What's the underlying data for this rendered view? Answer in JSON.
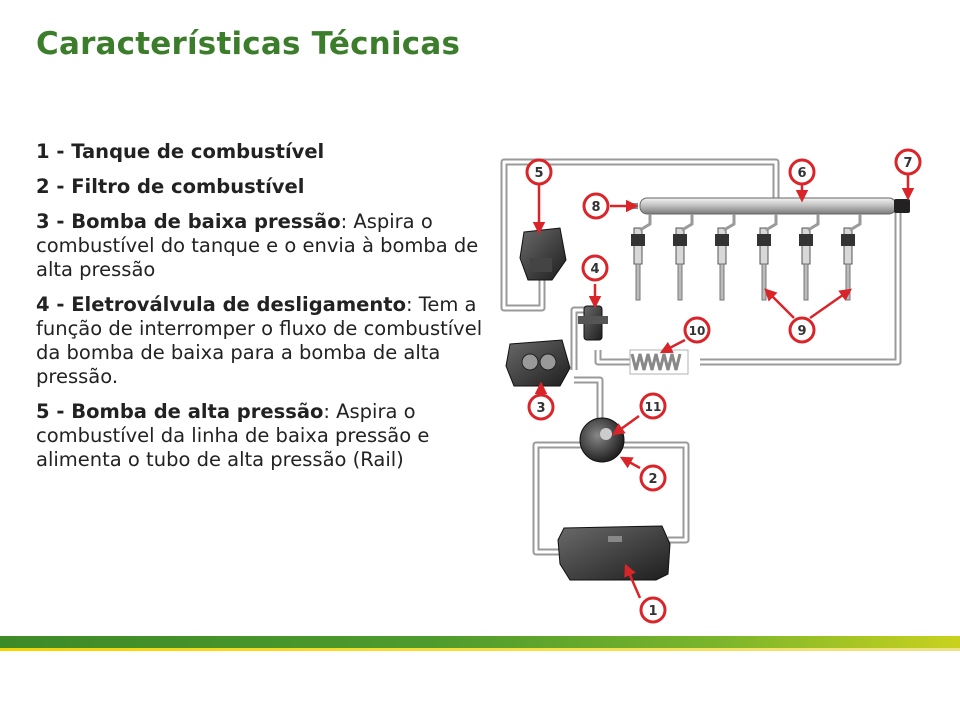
{
  "title": "Características Técnicas",
  "items": [
    {
      "term": "1 - Tanque de combustível",
      "desc": ""
    },
    {
      "term": "2 - Filtro de combustível",
      "desc": ""
    },
    {
      "term": "3 - Bomba de baixa pressão",
      "desc": ": Aspira o combustível do tanque e o envia à bomba de alta pressão"
    },
    {
      "term": "4 - Eletroválvula de desligamento",
      "desc": ": Tem a função de interromper o fluxo de combustível da bomba de baixa para a bomba de alta pressão."
    },
    {
      "term": "5 - Bomba de alta pressão",
      "desc": ": Aspira o combustível da linha de baixa pressão e alimenta o tubo de alta pressão (Rail)"
    }
  ],
  "callouts": {
    "c1": "1",
    "c2": "2",
    "c3": "3",
    "c4": "4",
    "c5": "5",
    "c6": "6",
    "c7": "7",
    "c8": "8",
    "c9": "9",
    "c10": "10",
    "c11": "11"
  },
  "colors": {
    "title_green": "#3b7d2a",
    "callout_red": "#d9252a",
    "footer_green": "#3d8a29",
    "footer_yellow": "#f2d500"
  }
}
